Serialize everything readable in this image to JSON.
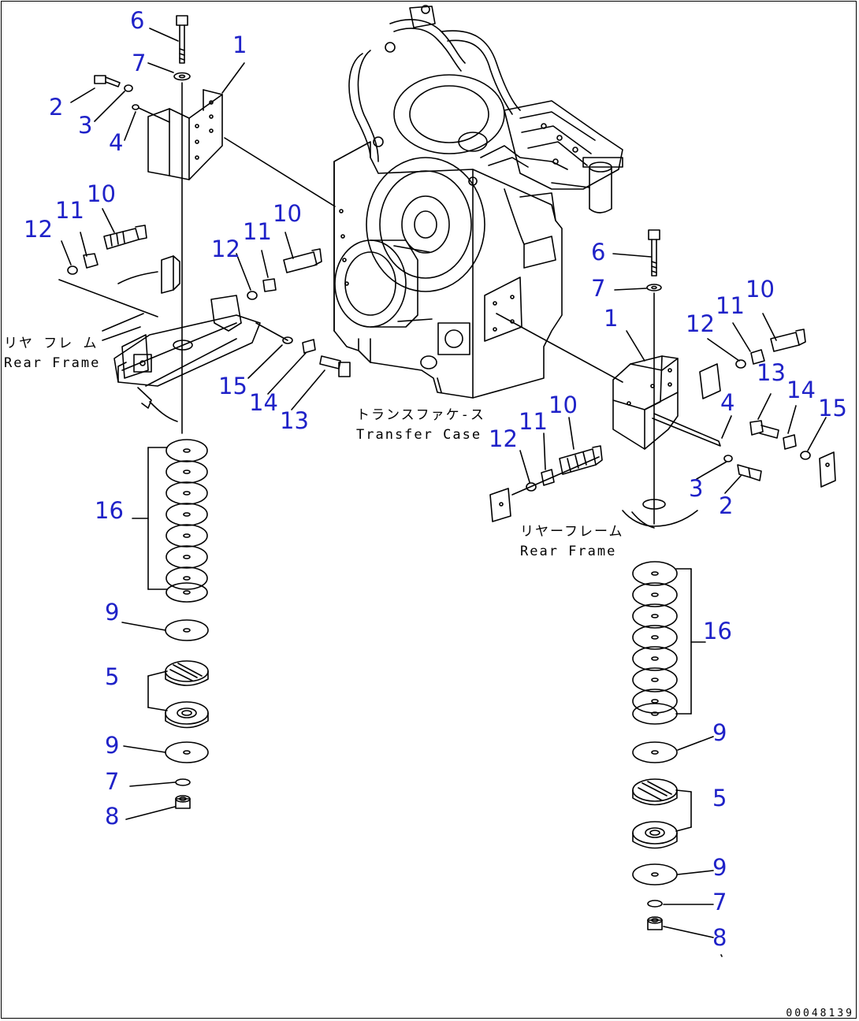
{
  "labels": {
    "rear_frame_left_jp": "リヤ フレ ム",
    "rear_frame_left_en": "Rear Frame",
    "transfer_case_jp": "トランスファケ-ス",
    "transfer_case_en": "Transfer Case",
    "rear_frame_right_jp": "リヤーフレーム",
    "rear_frame_right_en": "Rear Frame"
  },
  "callouts": {
    "left": {
      "c6": "6",
      "c7a": "7",
      "c1": "1",
      "c2": "2",
      "c3": "3",
      "c4": "4",
      "c12a": "12",
      "c11a": "11",
      "c10a": "10",
      "c12b": "12",
      "c11b": "11",
      "c10b": "10",
      "c15": "15",
      "c14": "14",
      "c13": "13",
      "c16": "16",
      "c9a": "9",
      "c5": "5",
      "c9b": "9",
      "c7b": "7",
      "c8": "8"
    },
    "right": {
      "c6": "6",
      "c7a": "7",
      "c1": "1",
      "c12a": "12",
      "c11a": "11",
      "c10a": "10",
      "c13": "13",
      "c14": "14",
      "c15": "15",
      "c4": "4",
      "c12b": "12",
      "c11b": "11",
      "c10b": "10",
      "c3": "3",
      "c2": "2",
      "c16": "16",
      "c9a": "9",
      "c5": "5",
      "c9b": "9",
      "c7b": "7",
      "c8": "8"
    }
  },
  "document_id": "00048139",
  "colors": {
    "callout": "#1f22c8",
    "line": "#000000"
  }
}
